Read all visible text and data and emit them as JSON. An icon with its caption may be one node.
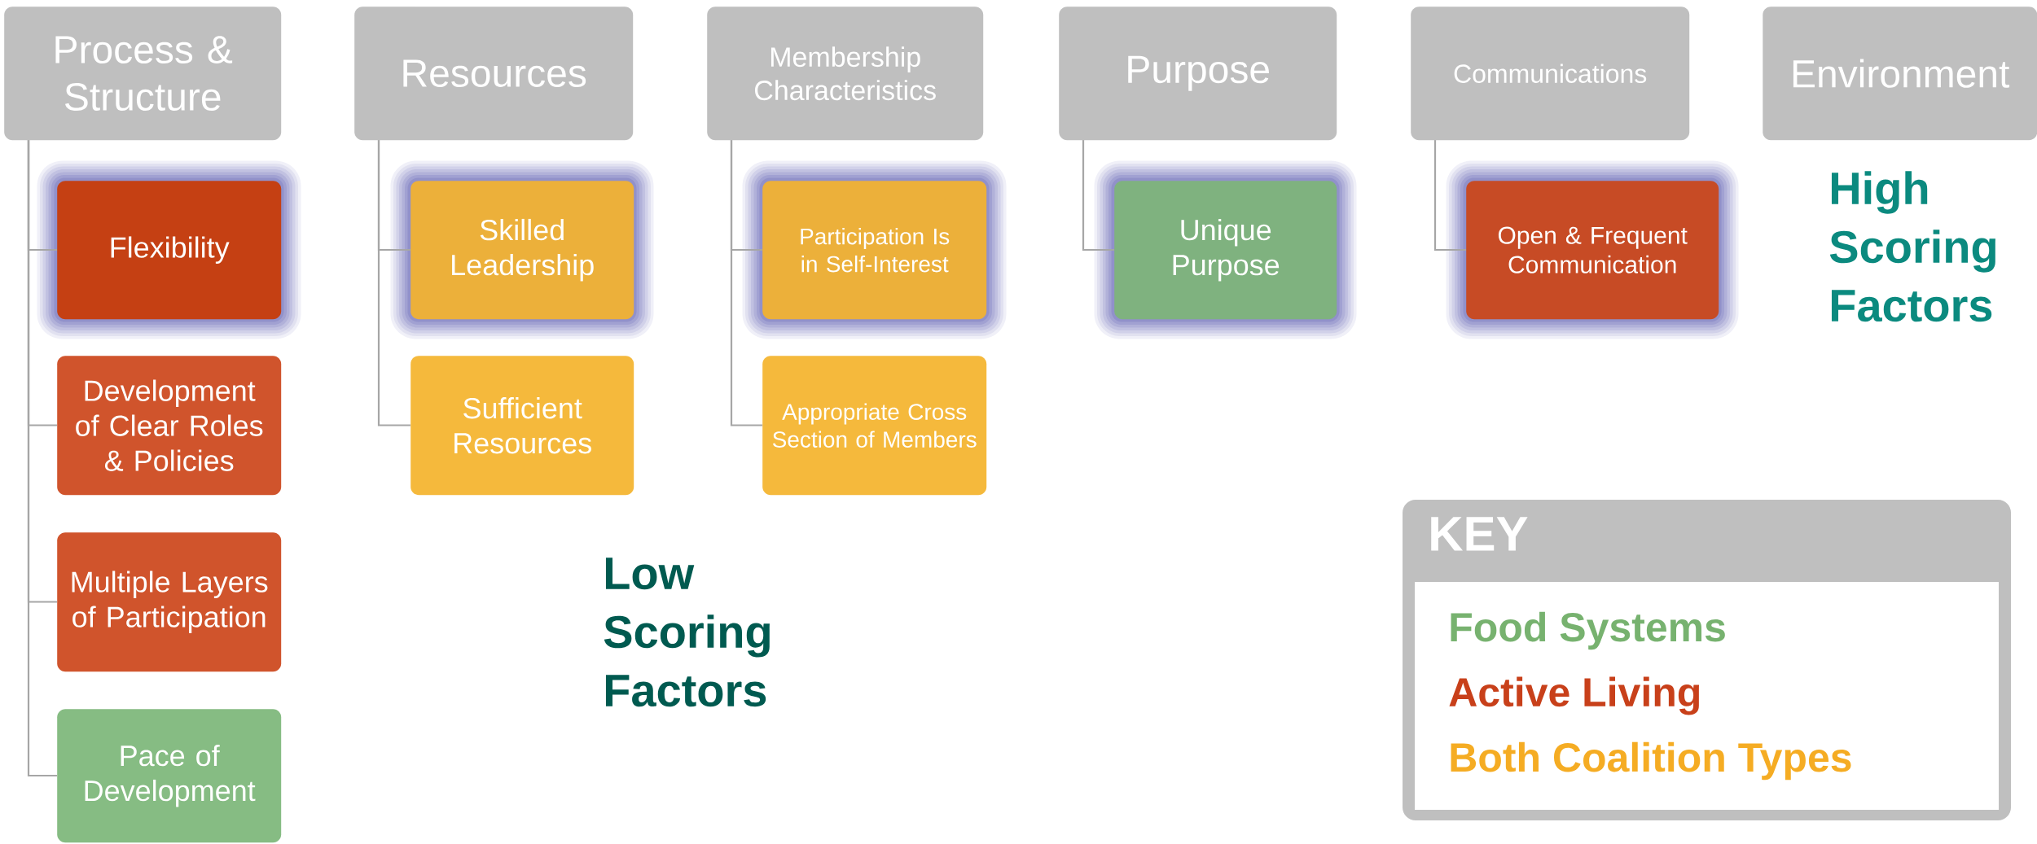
{
  "diagram": {
    "nodes": [
      {
        "text": [
          "Process & Structure"
        ]
      },
      {
        "text": [
          "Flexibility"
        ]
      },
      {
        "text": [
          "Development of Clear Roles & Policies"
        ]
      },
      {
        "text": [
          "Multiple Layers of Participation"
        ]
      },
      {
        "text": [
          "Pace of Development"
        ]
      },
      {
        "text": [
          "Resources"
        ]
      },
      {
        "text": [
          "Skilled Leadership"
        ]
      },
      {
        "text": [
          "Sufficient Resources"
        ]
      },
      {
        "text": [
          "Membership Characteristics"
        ]
      },
      {
        "text": [
          "Participation Is in Self-Interest"
        ]
      },
      {
        "text": [
          "Appropriate Cross Section of Members"
        ]
      },
      {
        "text": [
          "Purpose"
        ]
      },
      {
        "text": [
          "Unique Purpose"
        ]
      },
      {
        "text": [
          "Communications"
        ]
      },
      {
        "text": [
          "Open & Frequent Communication"
        ]
      },
      {
        "text": [
          "Environment"
        ]
      }
    ],
    "edges": [
      {
        "from": 0,
        "to": 1,
        "arrow": "none"
      },
      {
        "from": 0,
        "to": 2,
        "arrow": "none"
      },
      {
        "from": 0,
        "to": 3,
        "arrow": "none"
      },
      {
        "from": 0,
        "to": 4,
        "arrow": "none"
      },
      {
        "from": 5,
        "to": 6,
        "arrow": "none"
      },
      {
        "from": 5,
        "to": 7,
        "arrow": "none"
      },
      {
        "from": 8,
        "to": 9,
        "arrow": "none"
      },
      {
        "from": 8,
        "to": 10,
        "arrow": "none"
      },
      {
        "from": 11,
        "to": 12,
        "arrow": "none"
      },
      {
        "from": 13,
        "to": 14,
        "arrow": "none"
      }
    ],
    "labels": [
      "High Scoring Factors",
      "Low Scoring Factors",
      "KEY"
    ],
    "legend": [
      {
        "text": "Food Systems",
        "color": "#77b26f"
      },
      {
        "text": "Active Living",
        "color": "#c8401a"
      },
      {
        "text": "Both Coalition Types",
        "color": "#f5ac23"
      }
    ]
  }
}
